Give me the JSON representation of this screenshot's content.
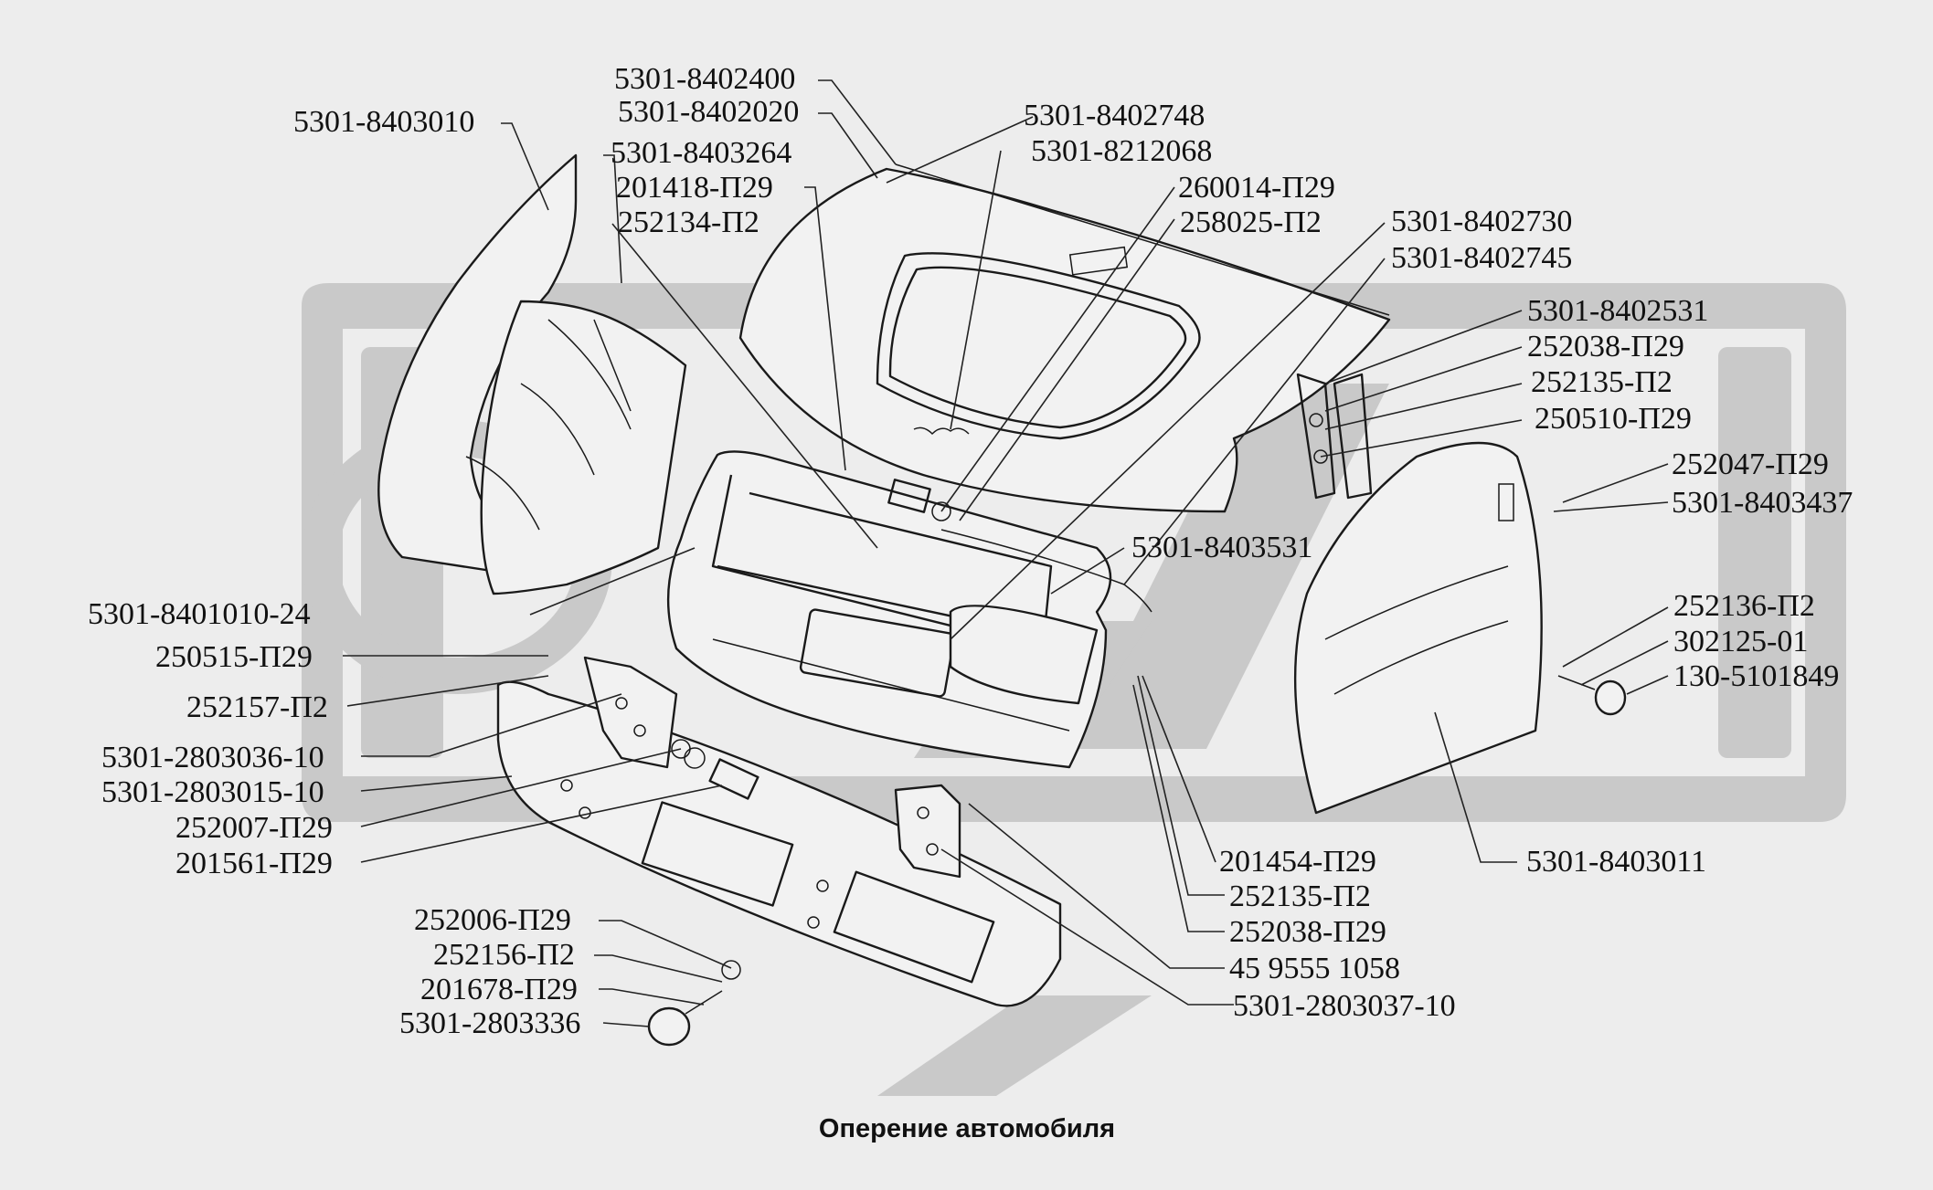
{
  "caption": "Оперение автомобиля",
  "watermark_color": "#c9c9c9",
  "labels": [
    {
      "id": "l01",
      "text": "5301-8402400"
    },
    {
      "id": "l02",
      "text": "5301-8402020"
    },
    {
      "id": "l03",
      "text": "5301-8403010"
    },
    {
      "id": "l04",
      "text": "5301-8402748"
    },
    {
      "id": "l05",
      "text": "5301-8403264"
    },
    {
      "id": "l06",
      "text": "5301-8212068"
    },
    {
      "id": "l07",
      "text": "201418-П29"
    },
    {
      "id": "l08",
      "text": "260014-П29"
    },
    {
      "id": "l09",
      "text": "252134-П2"
    },
    {
      "id": "l10",
      "text": "258025-П2"
    },
    {
      "id": "l11",
      "text": "5301-8402730"
    },
    {
      "id": "l12",
      "text": "5301-8402745"
    },
    {
      "id": "l13",
      "text": "5301-8402531"
    },
    {
      "id": "l14",
      "text": "252038-П29"
    },
    {
      "id": "l15",
      "text": "252135-П2"
    },
    {
      "id": "l16",
      "text": "250510-П29"
    },
    {
      "id": "l17",
      "text": "252047-П29"
    },
    {
      "id": "l18",
      "text": "5301-8403437"
    },
    {
      "id": "l19",
      "text": "5301-8403531"
    },
    {
      "id": "l20",
      "text": "5301-8401010-24"
    },
    {
      "id": "l21",
      "text": "252136-П2"
    },
    {
      "id": "l22",
      "text": "250515-П29"
    },
    {
      "id": "l23",
      "text": "302125-01"
    },
    {
      "id": "l24",
      "text": "130-5101849"
    },
    {
      "id": "l25",
      "text": "252157-П2"
    },
    {
      "id": "l26",
      "text": "5301-2803036-10"
    },
    {
      "id": "l27",
      "text": "5301-2803015-10"
    },
    {
      "id": "l28",
      "text": "252007-П29"
    },
    {
      "id": "l29",
      "text": "201561-П29"
    },
    {
      "id": "l30",
      "text": "201454-П29"
    },
    {
      "id": "l31",
      "text": "5301-8403011"
    },
    {
      "id": "l32",
      "text": "252135-П2"
    },
    {
      "id": "l33",
      "text": "252006-П29"
    },
    {
      "id": "l34",
      "text": "252038-П29"
    },
    {
      "id": "l35",
      "text": "252156-П2"
    },
    {
      "id": "l36",
      "text": "45 9555 1058"
    },
    {
      "id": "l37",
      "text": "201678-П29"
    },
    {
      "id": "l38",
      "text": "5301-2803037-10"
    },
    {
      "id": "l39",
      "text": "5301-2803336"
    }
  ]
}
